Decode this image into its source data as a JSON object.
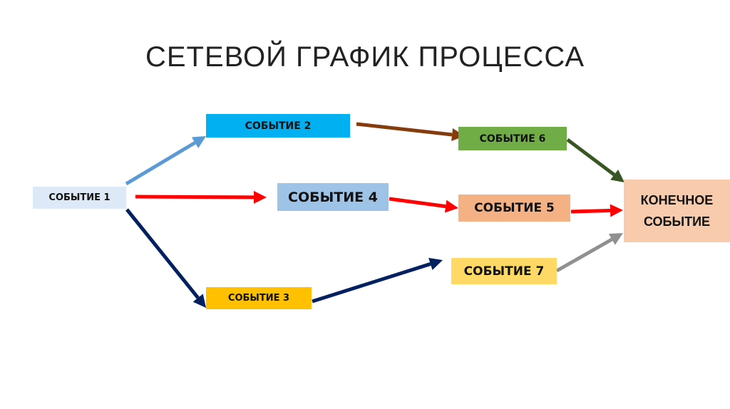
{
  "title": "СЕТЕВОЙ ГРАФИК ПРОЦЕССА",
  "events": {
    "e1": {
      "label": "СОБЫТИЕ 1",
      "color": "#dde9f6"
    },
    "e2": {
      "label": "СОБЫТИЕ 2",
      "color": "#00b0f0"
    },
    "e3": {
      "label": "СОБЫТИЕ 3",
      "color": "#ffc000"
    },
    "e4": {
      "label": "СОБЫТИЕ 4",
      "color": "#9dc3e6"
    },
    "e5": {
      "label": "СОБЫТИЕ 5",
      "color": "#f4b183"
    },
    "e6": {
      "label": "СОБЫТИЕ 6",
      "color": "#70ad47"
    },
    "e7": {
      "label": "СОБЫТИЕ 7",
      "color": "#ffd966"
    },
    "final": {
      "line1": "КОНЕЧНОЕ",
      "line2": "СОБЫТИЕ",
      "color": "#f8cbad"
    }
  },
  "arrows": [
    {
      "from": "e1",
      "to": "e2",
      "color": "#5b9bd5"
    },
    {
      "from": "e1",
      "to": "e4",
      "color": "#ff0000"
    },
    {
      "from": "e1",
      "to": "e3",
      "color": "#002060"
    },
    {
      "from": "e2",
      "to": "e6",
      "color": "#843c0c"
    },
    {
      "from": "e4",
      "to": "e5",
      "color": "#ff0000"
    },
    {
      "from": "e3",
      "to": "e7",
      "color": "#002060"
    },
    {
      "from": "e6",
      "to": "final",
      "color": "#375623"
    },
    {
      "from": "e5",
      "to": "final",
      "color": "#ff0000"
    },
    {
      "from": "e7",
      "to": "final",
      "color": "#909090"
    }
  ]
}
